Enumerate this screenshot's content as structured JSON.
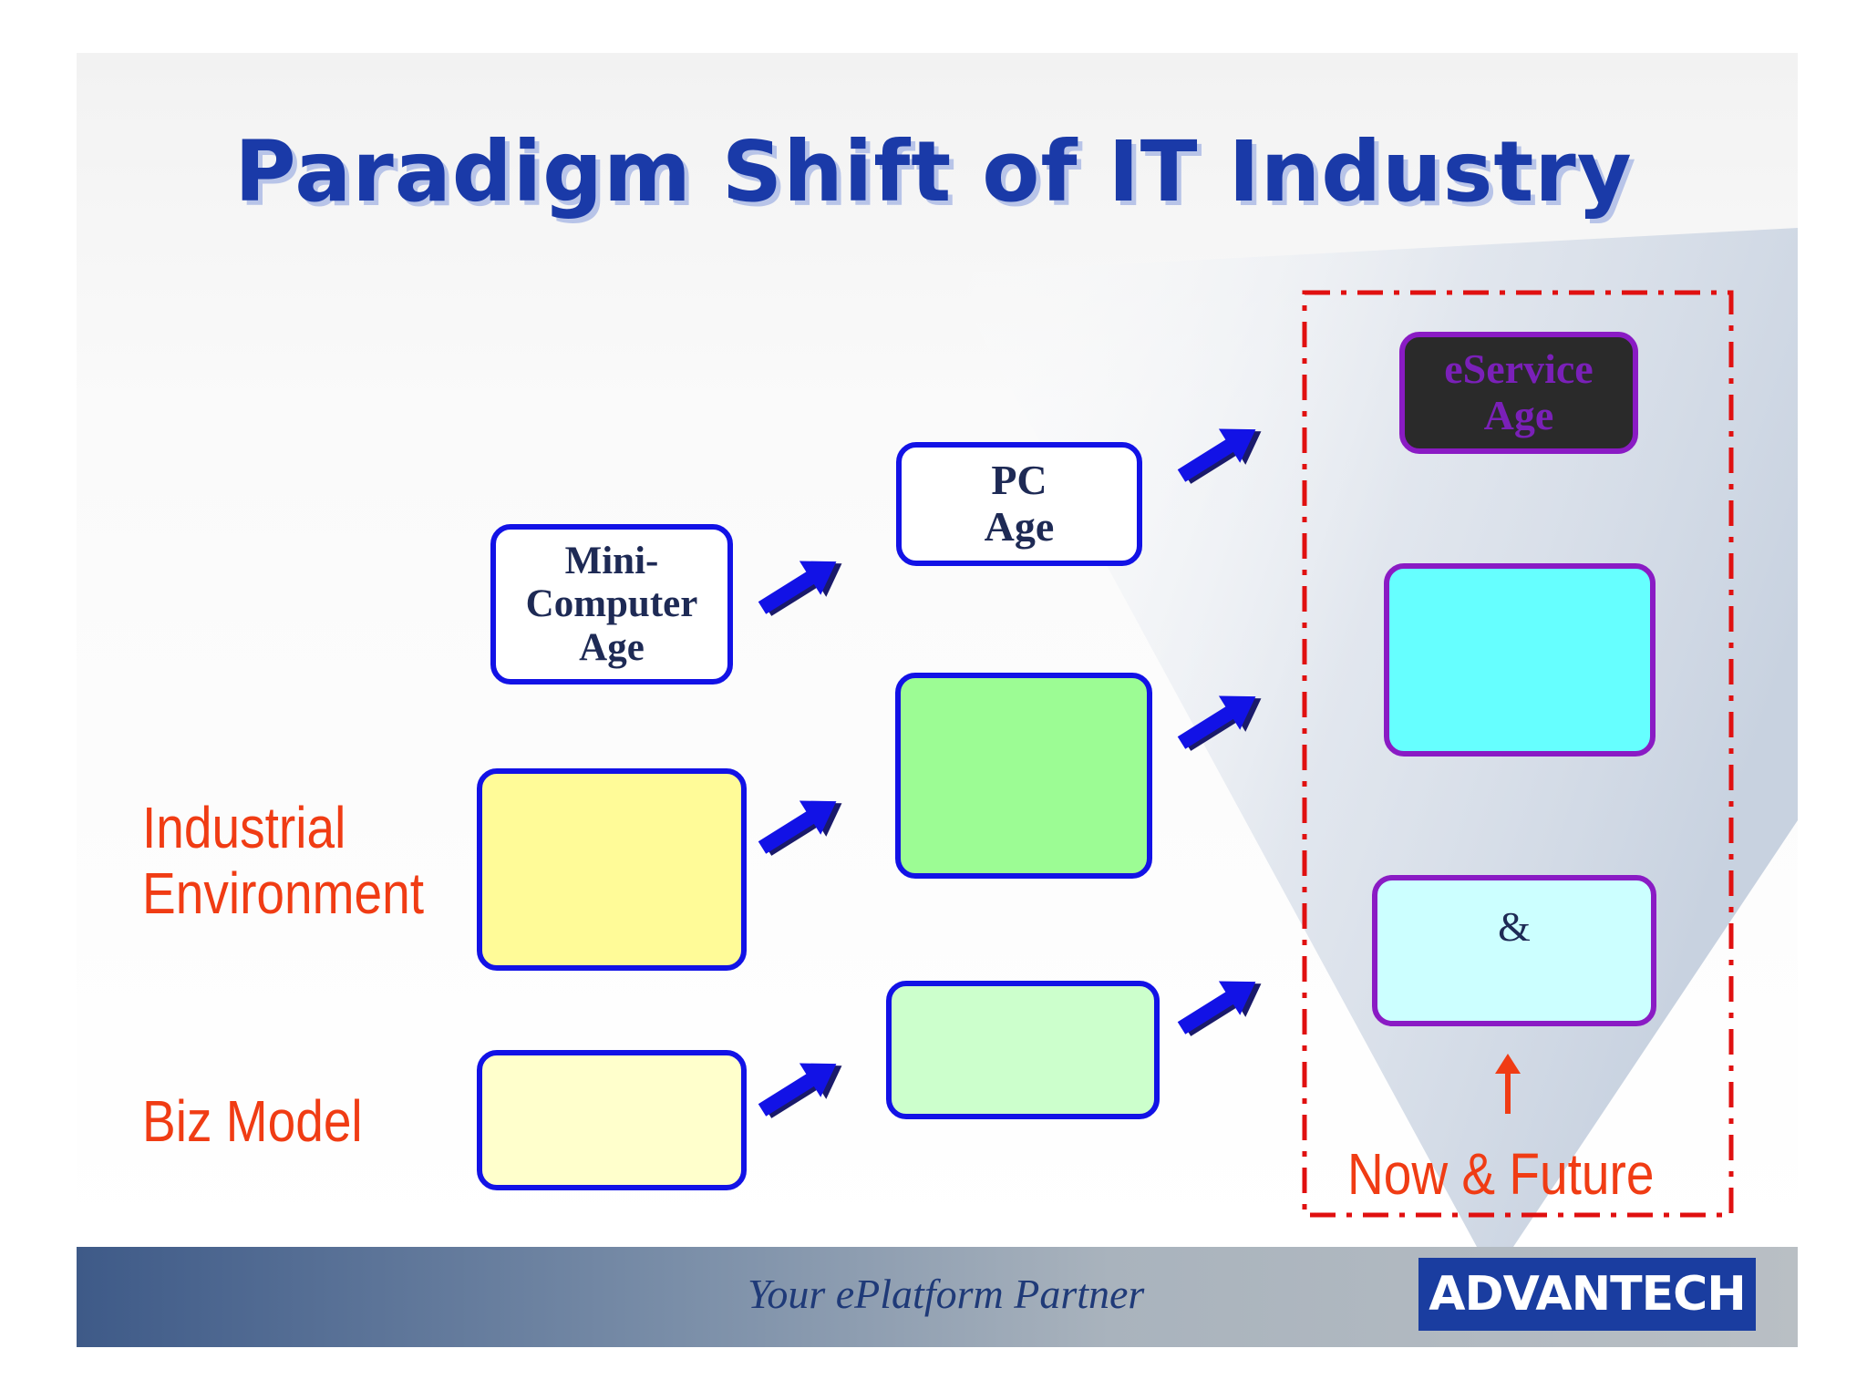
{
  "title": "Paradigm Shift of IT Industry",
  "columns": [
    {
      "header": "Mini-\nComputer\nAge"
    },
    {
      "header": "PC\nAge"
    },
    {
      "header": "eService\nAge"
    }
  ],
  "rows": [
    {
      "label": "Industrial\nEnvironment",
      "cells": [
        "",
        "",
        ""
      ]
    },
    {
      "label": "Biz Model",
      "cells": [
        "",
        "",
        "&"
      ]
    }
  ],
  "now_future_label": "Now & Future",
  "footer": {
    "tagline": "Your ePlatform Partner",
    "logo_text": "ADVANTECH"
  },
  "colors": {
    "title": "#1a3aa8",
    "label_red": "#f03c14",
    "box_border_blue": "#1212e6",
    "box_border_purple": "#8a1bc4",
    "arrow_blue": "#1212e6",
    "dash_red": "#e01010",
    "yellow": "#fffb98",
    "light_yellow": "#ffffcc",
    "green": "#9cfc94",
    "light_green": "#ccffcc",
    "cyan": "#66ffff",
    "light_cyan": "#ccffff",
    "dark_box": "#2a2a2a"
  }
}
